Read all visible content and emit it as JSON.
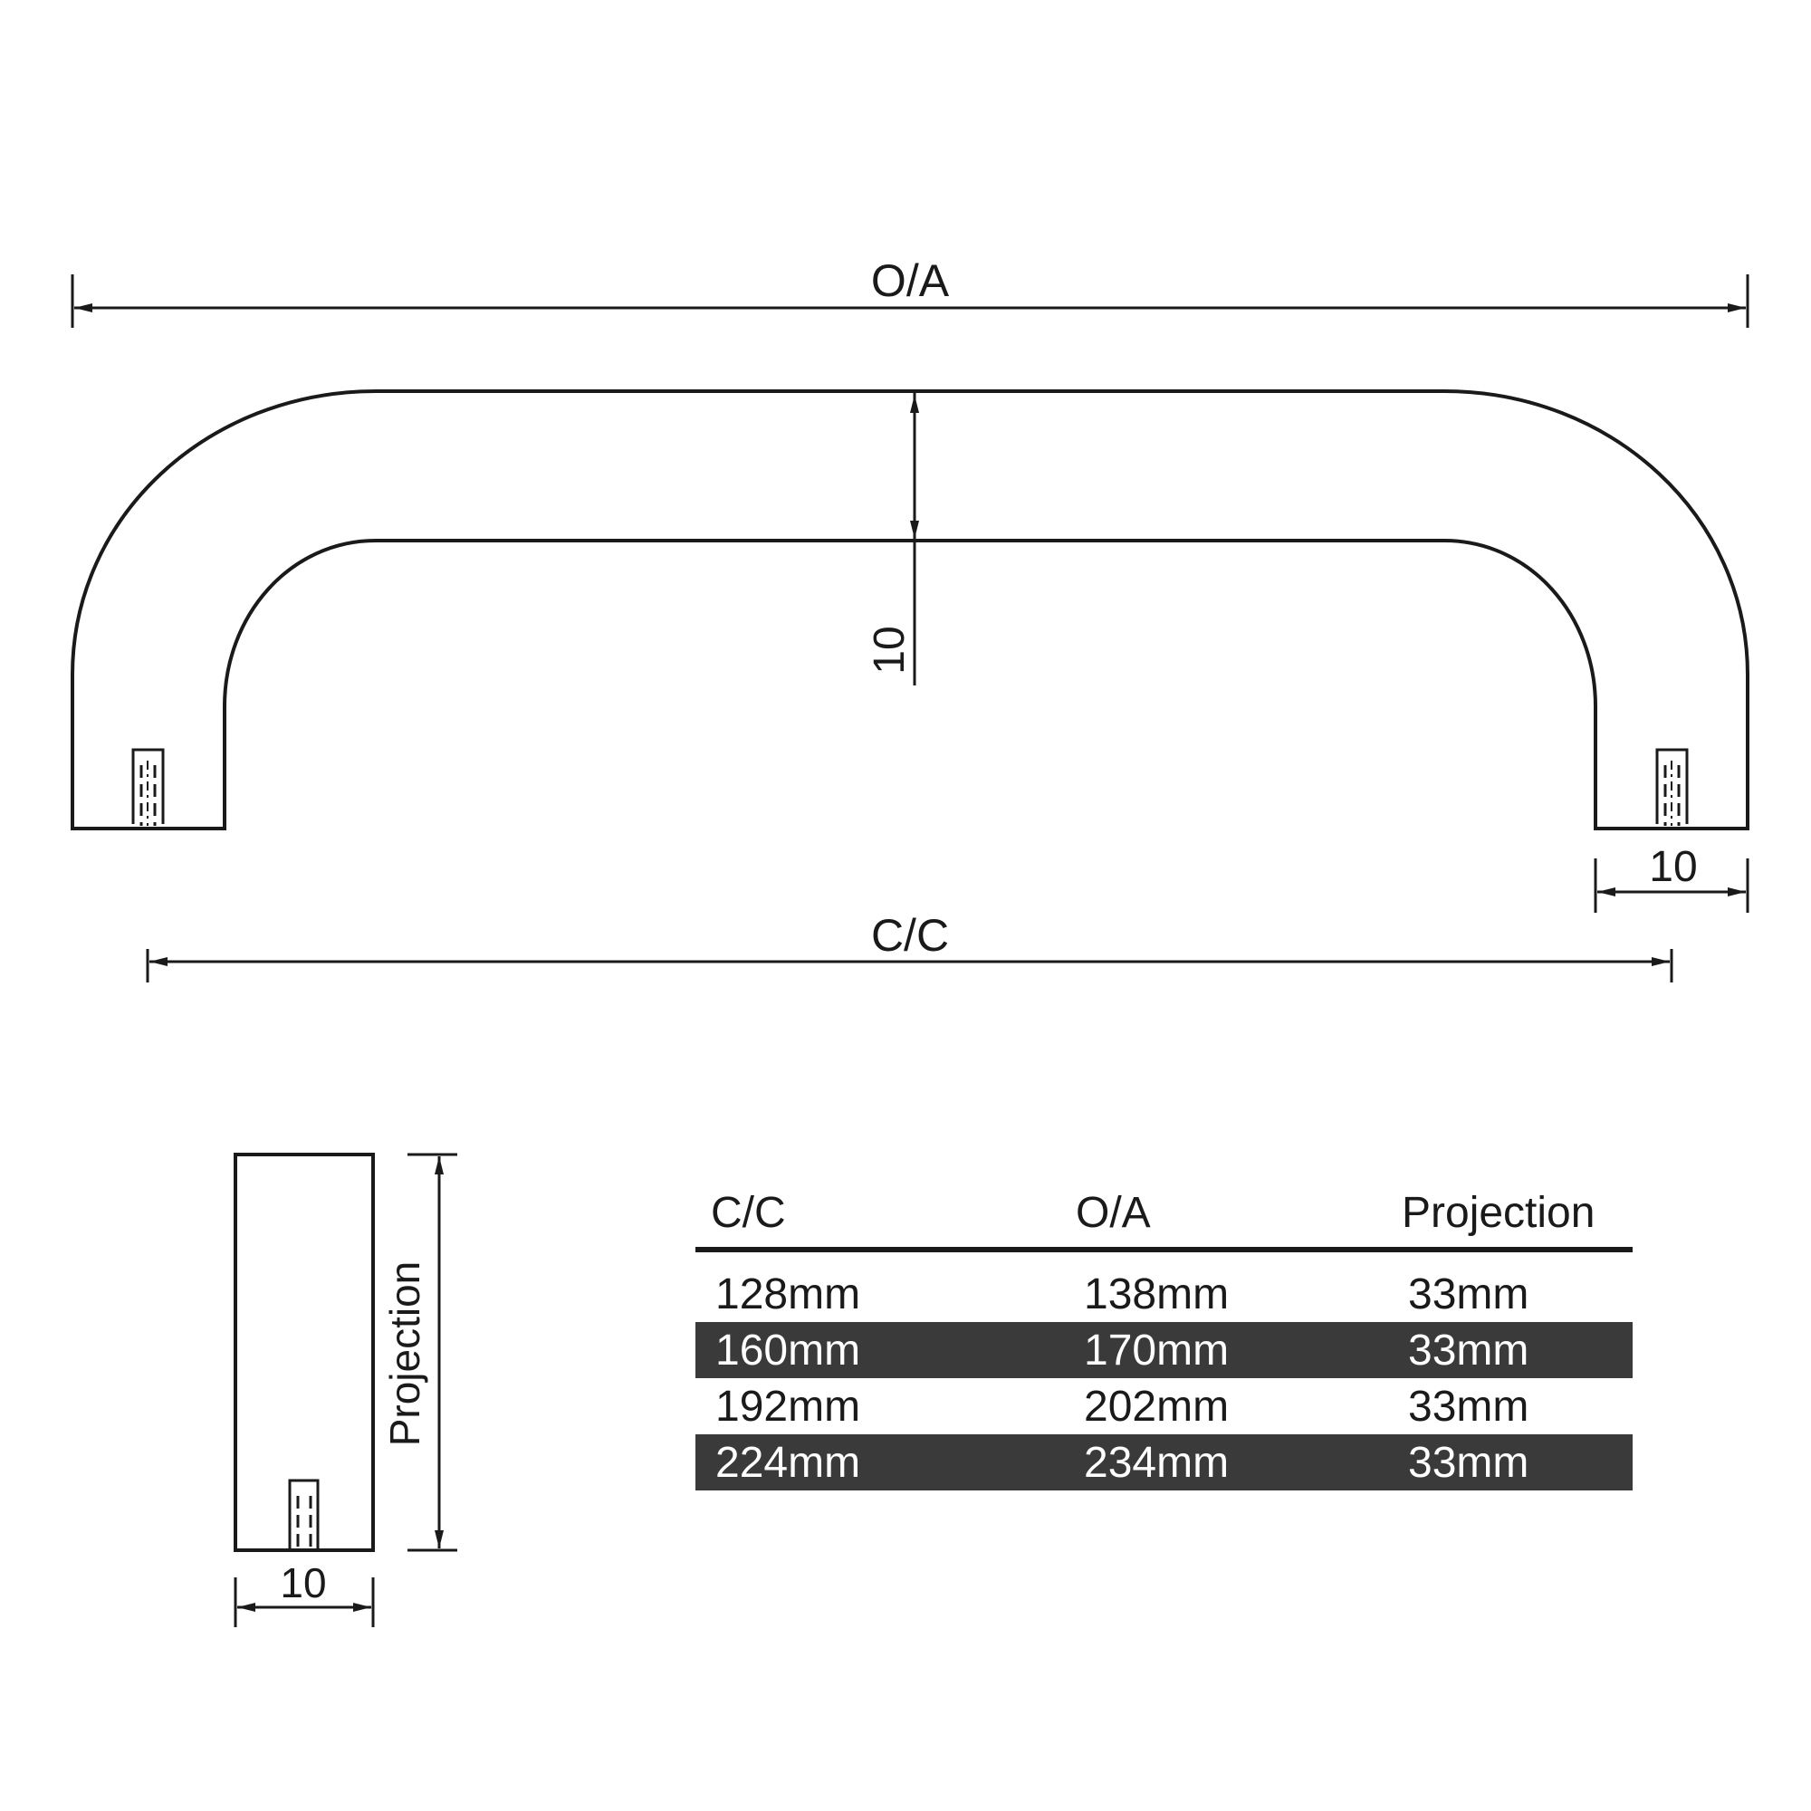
{
  "front_view": {
    "overall_label": "O/A",
    "centers_label": "C/C",
    "thickness_label": "10",
    "foot_width_label": "10"
  },
  "side_view": {
    "projection_label": "Projection",
    "width_label": "10"
  },
  "size_table": {
    "headers": [
      "C/C",
      "O/A",
      "Projection"
    ],
    "rows": [
      [
        "128mm",
        "138mm",
        "33mm"
      ],
      [
        "160mm",
        "170mm",
        "33mm"
      ],
      [
        "192mm",
        "202mm",
        "33mm"
      ],
      [
        "224mm",
        "234mm",
        "33mm"
      ]
    ],
    "row_shading": [
      "none",
      "dark",
      "none",
      "dark"
    ]
  },
  "colors": {
    "line": "#1a1a1a",
    "dark_row": "#3a3a3a",
    "dark_row_text": "#ffffff",
    "text": "#1a1a1a"
  }
}
